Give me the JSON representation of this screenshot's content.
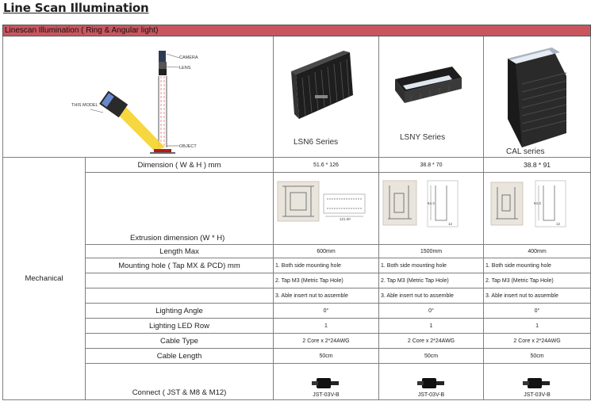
{
  "page_title": "Line Scan Illumination",
  "section_band": "Linescan Illumination ( Ring & Angular light)",
  "diagram": {
    "camera": "CAMERA",
    "lens": "LENS",
    "model": "THIS\nMODEL",
    "object": "OBJECT"
  },
  "products": [
    {
      "series": "LSN6 Series"
    },
    {
      "series": "LSNY Series"
    },
    {
      "series": "CAL series"
    }
  ],
  "category": "Mechanical",
  "rows": {
    "dimension": {
      "label": "Dimension ( W & H ) mm",
      "values": [
        "51.6 * 126",
        "38.8 * 70",
        "38.8 * 91"
      ]
    },
    "extrusion": {
      "label": "Extrusion dimension (W * H)",
      "dims": [
        "121.00",
        "64.3",
        "64.3"
      ],
      "small": [
        "12",
        "12"
      ]
    },
    "length": {
      "label": "Length Max",
      "values": [
        "600mm",
        "1500mm",
        "400mm"
      ]
    },
    "mounting": {
      "label": "Mounting hole ( Tap MX & PCD) mm",
      "lines": [
        "1. Both side mounting hole",
        "2. Tap M3 (Metric Tap Hole)",
        "3. Able insert nut to assemble"
      ]
    },
    "angle": {
      "label": "Lighting  Angle",
      "values": [
        "0°",
        "0°",
        "0°"
      ]
    },
    "led_row": {
      "label": "Lighting LED Row",
      "values": [
        "1",
        "1",
        "1"
      ]
    },
    "cable_type": {
      "label": "Cable Type",
      "values": [
        "2 Core x 2*24AWG",
        "2 Core x 2*24AWG",
        "2 Core x 2*24AWG"
      ]
    },
    "cable_length": {
      "label": "Cable Length",
      "values": [
        "50cm",
        "50cm",
        "50cm"
      ]
    },
    "connect": {
      "label": "Connect ( JST & M8 & M12)",
      "values": [
        "JST-03V-B",
        "JST-03V-B",
        "JST-03V-B"
      ]
    }
  }
}
